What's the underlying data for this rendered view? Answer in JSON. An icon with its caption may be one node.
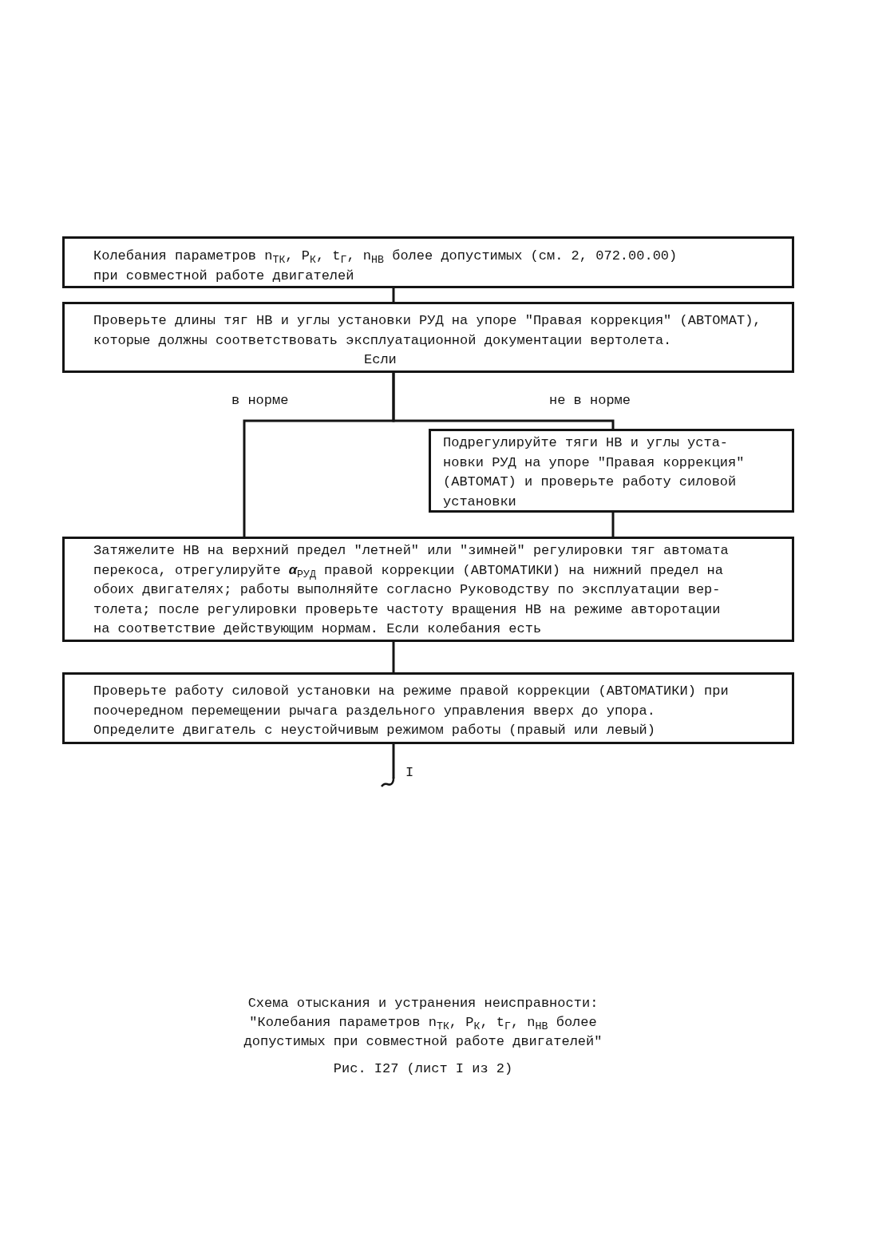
{
  "diagram": {
    "caption": "Схема отыскания и устранения неисправности: \"Колебания параметров n$_{ТК}$, P$_{К}$, t$_{Г}$, n$_{НВ}$ более допустимых при совместной работе двигателей\"",
    "nodes": [
      {
        "text": [
          "Колебания параметров n$_{ТК}$, P$_{К}$, t$_{Г}$, n$_{НВ}$ более допустимых (см. 2, 072.00.00) при совместной работе двигателей"
        ]
      },
      {
        "text": [
          "Проверьте длины тяг НВ и углы установки РУД на упоре \"Правая коррекция\" (АВТОМАТ), которые должны соответствовать эксплуатационной документации вертолета.",
          "Если"
        ]
      },
      {
        "text": [
          "Подрегулируйте тяги НВ и углы уста- новки РУД на упоре \"Правая коррекция\" (АВТОМАТ) и проверьте работу силовой установки"
        ]
      },
      {
        "text": [
          "Затяжелите НВ на верхний предел \"летней\" или \"зимней\" регулировки тяг автомата перекоса, отрегулируйте **α**$_{РУД}$ правой коррекции (АВТОМАТИКИ) на нижний предел на обоих двигателях; работы выполняйте согласно Руководству по эксплуатации вер- толета; после регулировки проверьте частоту вращения НВ на режиме авторотации на соответствие действующим нормам. Если колебания есть"
        ]
      },
      {
        "text": [
          "Проверьте работу силовой установки на режиме правой коррекции (АВТОМАТИКИ) при поочередном перемещении рычага раздельного управления вверх до упора.",
          "Определите двигатель с неустойчивым режимом работы (правый или левый)"
        ]
      }
    ],
    "edges": [
      {
        "from": 0,
        "to": 1,
        "arrow": "none"
      },
      {
        "from": 1,
        "to": 3,
        "arrow": "none",
        "label": "в норме"
      },
      {
        "from": 1,
        "to": 2,
        "arrow": "none",
        "label": "не в норме"
      },
      {
        "from": 2,
        "to": 3,
        "arrow": "none"
      },
      {
        "from": 3,
        "to": 4,
        "arrow": "none"
      },
      {
        "from": 4,
        "to": null,
        "arrow": "other",
        "label": "I"
      }
    ],
    "labels": [
      "Рис. I27 (лист I из 2)"
    ]
  }
}
